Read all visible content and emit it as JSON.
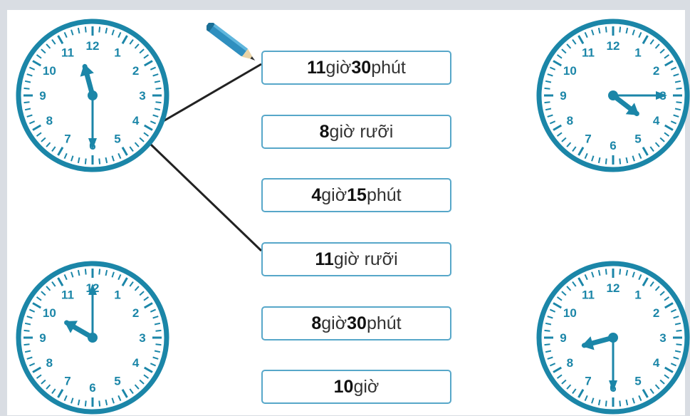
{
  "colors": {
    "clock": "#1b86a8",
    "box_border": "#57a7c9",
    "line": "#222222",
    "background": "#d9dde3"
  },
  "labels": [
    {
      "parts": [
        {
          "t": "11",
          "b": true
        },
        {
          "t": " giờ ",
          "b": false
        },
        {
          "t": "30",
          "b": true
        },
        {
          "t": " phút",
          "b": false
        }
      ]
    },
    {
      "parts": [
        {
          "t": "8",
          "b": true
        },
        {
          "t": " giờ rưỡi",
          "b": false
        }
      ]
    },
    {
      "parts": [
        {
          "t": "4",
          "b": true
        },
        {
          "t": " giờ ",
          "b": false
        },
        {
          "t": "15",
          "b": true
        },
        {
          "t": " phút",
          "b": false
        }
      ]
    },
    {
      "parts": [
        {
          "t": "11",
          "b": true
        },
        {
          "t": " giờ rưỡi",
          "b": false
        }
      ]
    },
    {
      "parts": [
        {
          "t": "8",
          "b": true
        },
        {
          "t": " giờ ",
          "b": false
        },
        {
          "t": "30",
          "b": true
        },
        {
          "t": " phút",
          "b": false
        }
      ]
    },
    {
      "parts": [
        {
          "t": "10",
          "b": true
        },
        {
          "t": " giờ",
          "b": false
        }
      ]
    }
  ],
  "clocks": [
    {
      "name": "clock-top-left",
      "hour": 11,
      "minute": 30
    },
    {
      "name": "clock-top-right",
      "hour": 4,
      "minute": 15
    },
    {
      "name": "clock-bottom-left",
      "hour": 10,
      "minute": 0
    },
    {
      "name": "clock-bottom-right",
      "hour": 8,
      "minute": 30
    }
  ],
  "clock_numbers": [
    "12",
    "1",
    "2",
    "3",
    "4",
    "5",
    "6",
    "7",
    "8",
    "9",
    "10",
    "11"
  ],
  "matches": [
    {
      "clock": "clock-top-left",
      "label_index": 0
    },
    {
      "clock": "clock-top-left",
      "label_index": 3
    }
  ],
  "icons": {
    "pencil": "pencil-icon"
  }
}
